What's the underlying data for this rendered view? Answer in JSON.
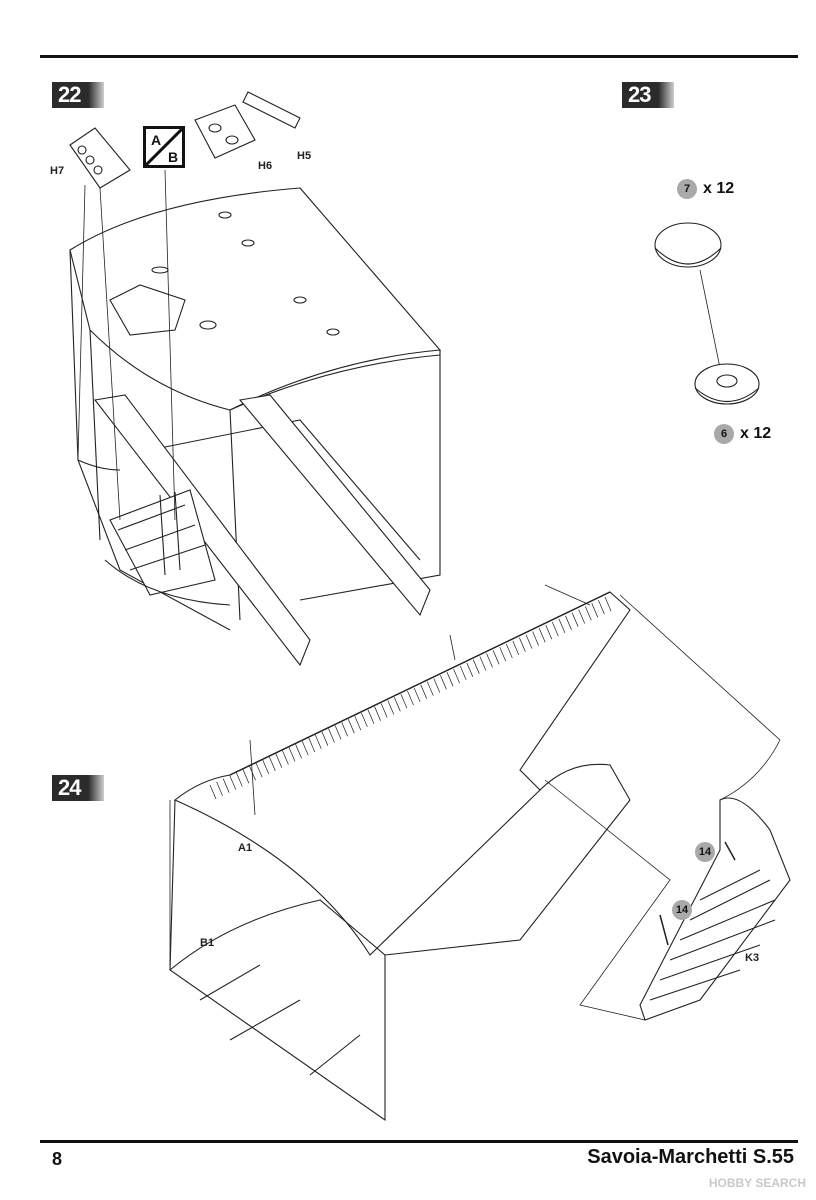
{
  "steps": {
    "step22": "22",
    "step23": "23",
    "step24": "24"
  },
  "option_box": {
    "a": "A",
    "b": "B"
  },
  "parts": {
    "h7": "H7",
    "h6": "H6",
    "h5": "H5",
    "a1": "A1",
    "b1": "B1",
    "k3": "K3"
  },
  "callouts": {
    "part7": {
      "num": "7",
      "qty": "x 12"
    },
    "part6": {
      "num": "6",
      "qty": "x 12"
    },
    "part14a": "14",
    "part14b": "14"
  },
  "footer": {
    "page_number": "8",
    "title": "Savoia-Marchetti S.55",
    "watermark": "HOBBY SEARCH"
  }
}
